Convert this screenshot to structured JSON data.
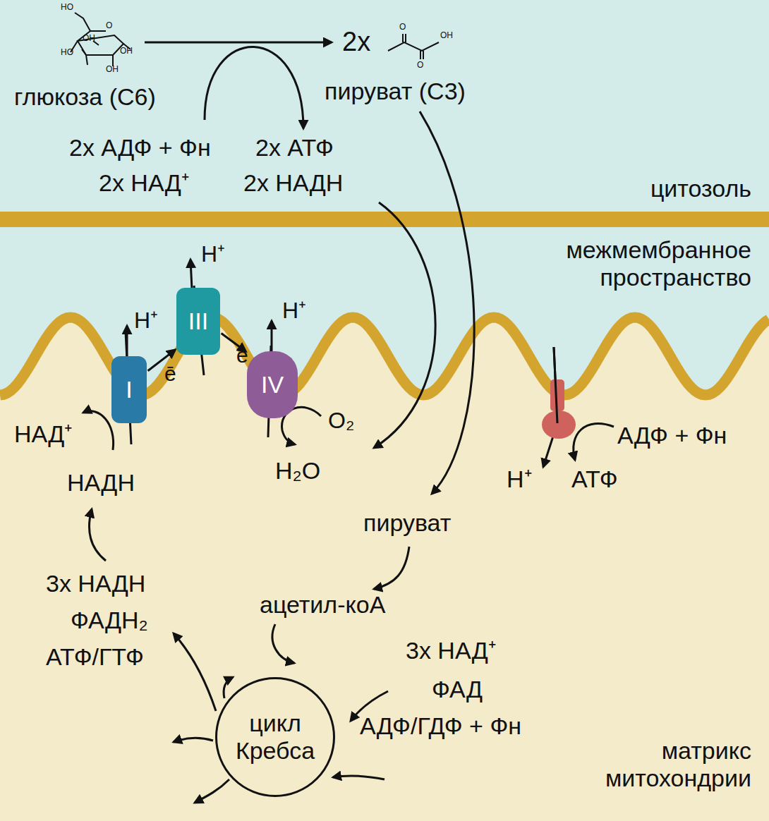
{
  "diagram": {
    "nodes": [
      {
        "text": [
          "I"
        ]
      },
      {
        "text": [
          "III"
        ]
      },
      {
        "text": [
          "IV"
        ]
      },
      {
        "text": [
          "цикл Кребса"
        ]
      }
    ],
    "edges": [
      {
        "from": 0,
        "to": 1,
        "arrow": "to",
        "label": "ē"
      },
      {
        "from": 1,
        "to": 2,
        "arrow": "to",
        "label": "ē"
      }
    ],
    "labels": [
      "HO",
      "O",
      "OH",
      "HO",
      "OH",
      "OH",
      "O",
      "OH",
      "O",
      "глюкоза (С6)",
      "2х",
      "пируват (С3)",
      "2х АДФ + Фн",
      "2х АТФ",
      "2х НАД⁺",
      "2х НАДН",
      "цитозоль",
      "межмембранное пространство",
      "H⁺",
      "H⁺",
      "H⁺",
      "H⁺",
      "НАД⁺",
      "НАДН",
      "O₂",
      "H₂O",
      "АДФ + Фн",
      "АТФ",
      "пируват",
      "ацетил-коА",
      "3х НАДН",
      "ФАДН₂",
      "АТФ/ГТФ",
      "3х НАД⁺",
      "ФАД",
      "АДФ/ГДФ + Фн",
      "матрикс митохондрии"
    ]
  }
}
